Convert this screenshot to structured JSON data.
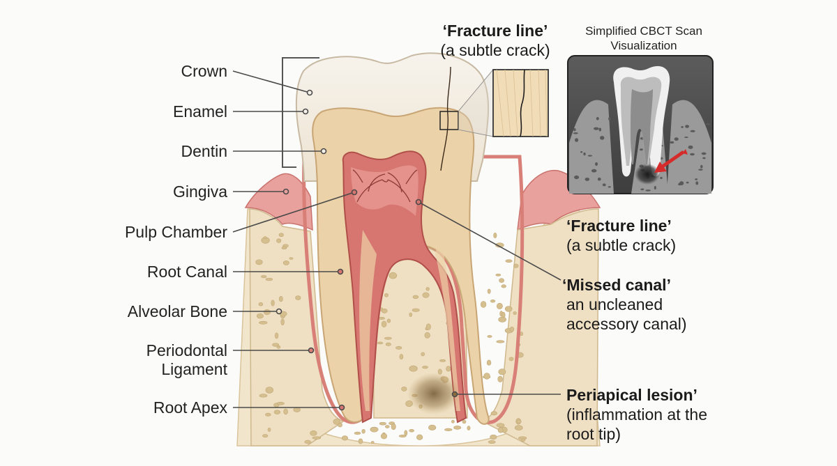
{
  "labels": {
    "crown": "Crown",
    "enamel": "Enamel",
    "dentin": "Dentin",
    "gingiva": "Gingiva",
    "pulp_chamber": "Pulp Chamber",
    "root_canal": "Root Canal",
    "alveolar_bone": "Alveolar Bone",
    "periodontal_ligament_line1": "Periodontal",
    "periodontal_ligament_line2": "Ligament",
    "root_apex": "Root Apex"
  },
  "annotations": {
    "fracture_top": {
      "title": "‘Fracture line’",
      "subtitle": "(a subtle crack)"
    },
    "fracture_right": {
      "title": "‘Fracture line’",
      "subtitle": "(a subtle crack)"
    },
    "missed_canal": {
      "title": "‘Missed canal’",
      "line1": "an uncleaned",
      "line2": "accessory canal)"
    },
    "periapical_lesion": {
      "title": "Periapical lesion’",
      "line1": "(inflammation at the",
      "line2": "root tip)"
    }
  },
  "cbct": {
    "title_line1": "Simplified CBCT Scan",
    "title_line2": "Visualization"
  },
  "colors": {
    "enamel": "#f3ece0",
    "dentin": "#ecd4ae",
    "pulp": "#d9776f",
    "gingiva": "#eaa3a0",
    "bone": "#efe1c6",
    "lesion": "#6f5630",
    "arrow": "#d52b2b",
    "leader": "#4a4a4a"
  }
}
